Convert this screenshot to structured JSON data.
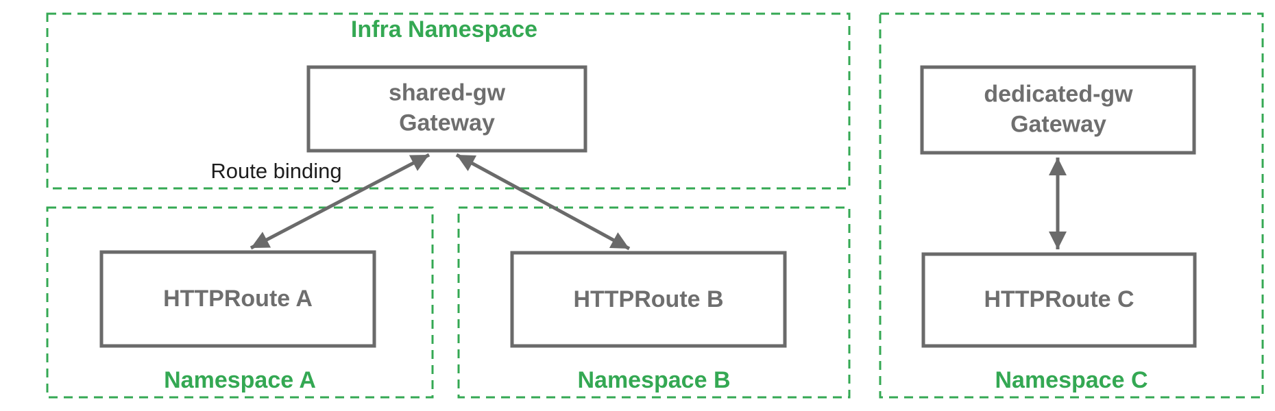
{
  "colors": {
    "green": "#34a853",
    "gray": "#6a6a6a",
    "text_gray": "#6e6e6e",
    "black": "#1d1d1d",
    "background": "#ffffff"
  },
  "namespaces": {
    "infra": {
      "label": "Infra Namespace"
    },
    "a": {
      "label": "Namespace A"
    },
    "b": {
      "label": "Namespace B"
    },
    "c": {
      "label": "Namespace C"
    }
  },
  "nodes": {
    "shared_gw": {
      "name": "shared-gw",
      "kind": "Gateway"
    },
    "dedicated_gw": {
      "name": "dedicated-gw",
      "kind": "Gateway"
    },
    "route_a": {
      "label": "HTTPRoute A"
    },
    "route_b": {
      "label": "HTTPRoute B"
    },
    "route_c": {
      "label": "HTTPRoute C"
    }
  },
  "annotations": {
    "route_binding": "Route binding"
  },
  "edges": [
    {
      "from": "HTTPRoute A",
      "to": "shared-gw Gateway",
      "style": "bidirectional-arrow",
      "label": "Route binding"
    },
    {
      "from": "HTTPRoute B",
      "to": "shared-gw Gateway",
      "style": "bidirectional-arrow",
      "label": "Route binding"
    },
    {
      "from": "HTTPRoute C",
      "to": "dedicated-gw Gateway",
      "style": "bidirectional-arrow",
      "label": ""
    }
  ]
}
